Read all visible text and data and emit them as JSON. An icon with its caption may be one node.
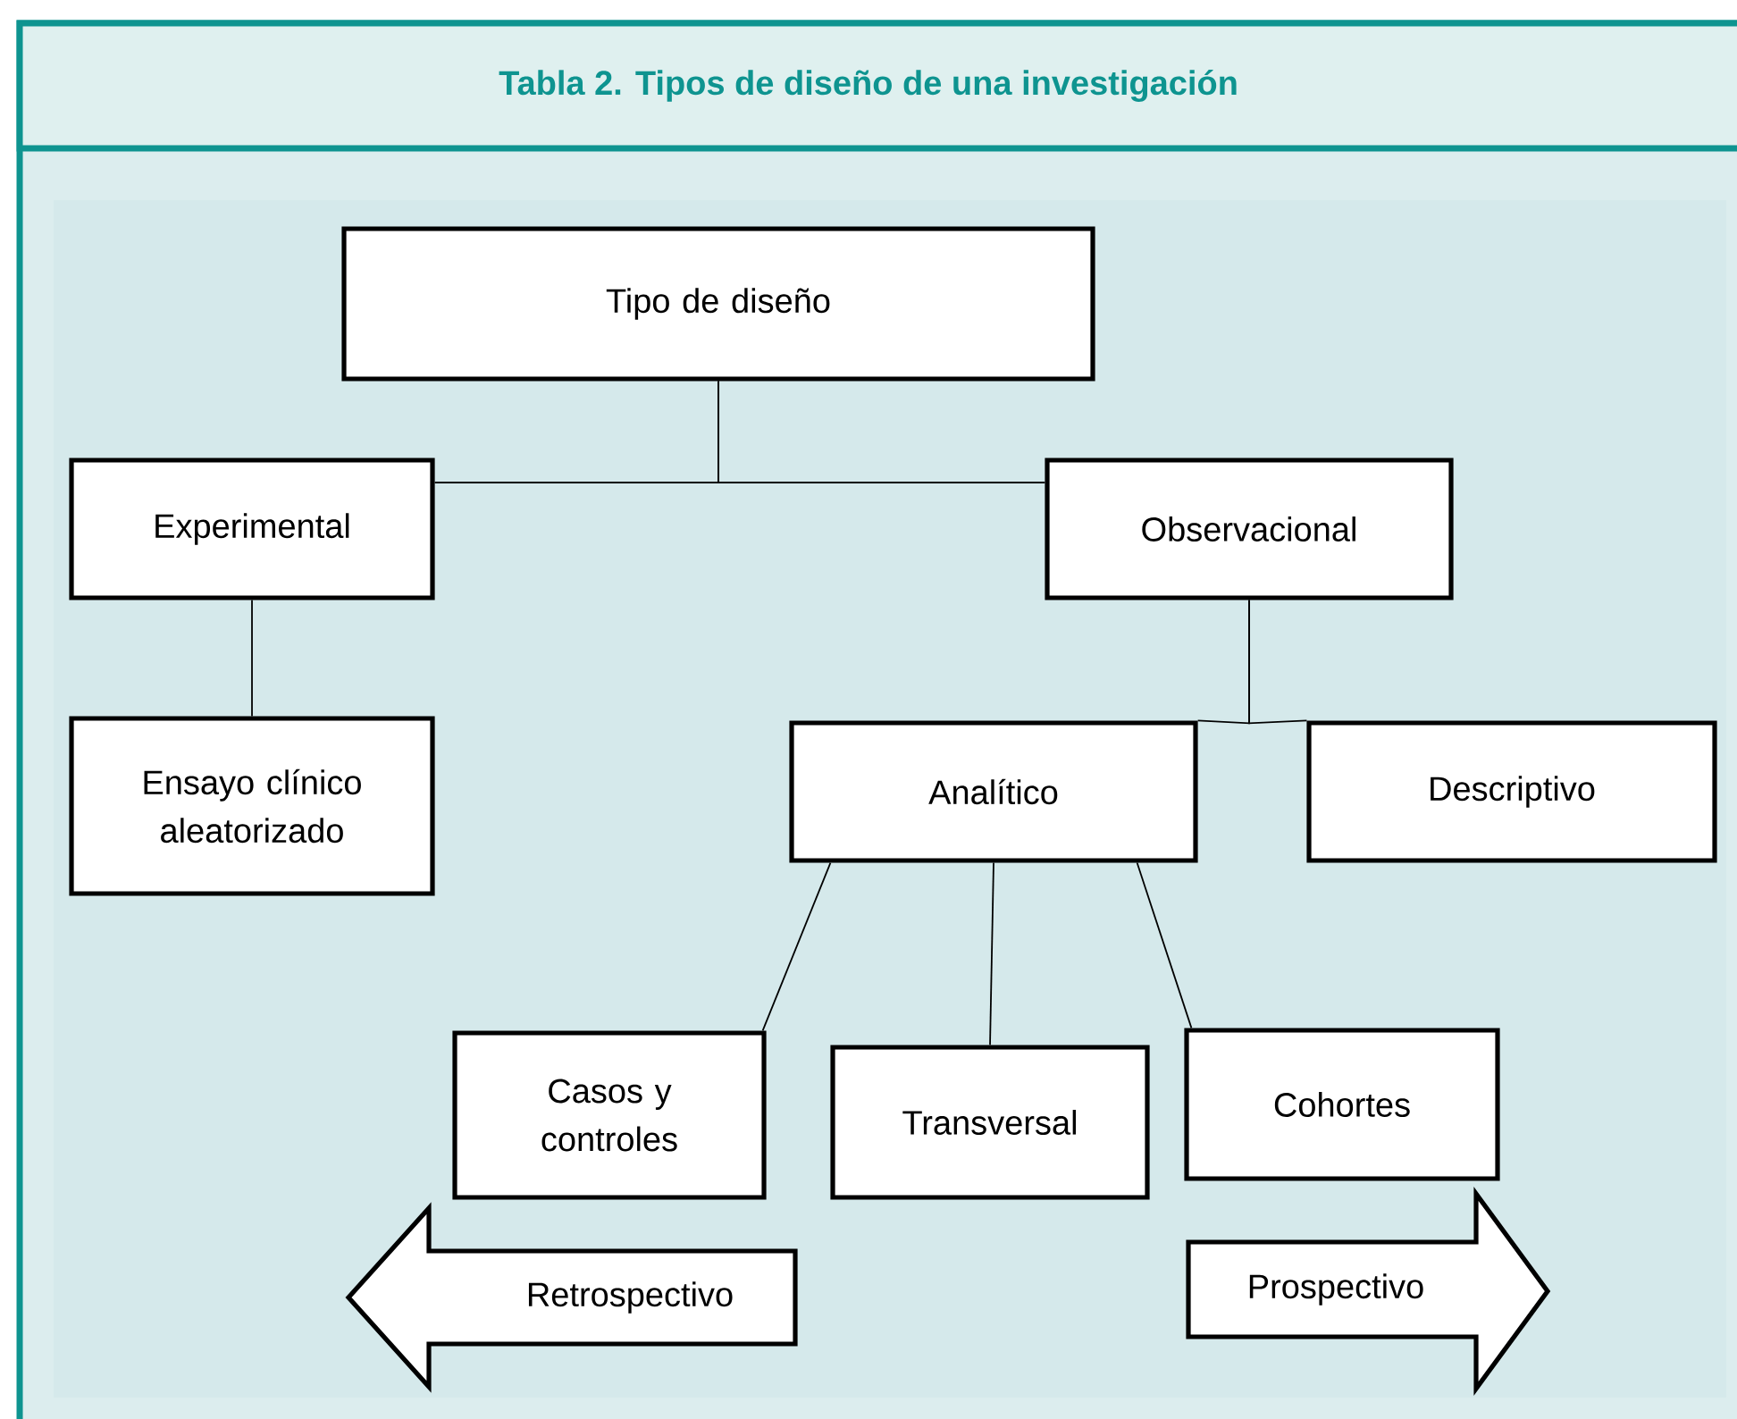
{
  "diagram": {
    "title": "Tabla 2. Tipos de diseño de una investigación",
    "nodes": [
      {
        "text": [
          "Tipo de diseño"
        ]
      },
      {
        "text": [
          "Experimental"
        ]
      },
      {
        "text": [
          "Observacional"
        ]
      },
      {
        "text": [
          "Ensayo clínico aleatorizado"
        ]
      },
      {
        "text": [
          "Analítico"
        ]
      },
      {
        "text": [
          "Descriptivo"
        ]
      },
      {
        "text": [
          "Casos y controles"
        ]
      },
      {
        "text": [
          "Transversal"
        ]
      },
      {
        "text": [
          "Cohortes"
        ]
      },
      {
        "text": [
          "Retrospectivo"
        ]
      },
      {
        "text": [
          "Prospectivo"
        ]
      }
    ],
    "edges": [
      {
        "from": 0,
        "to": 1,
        "arrow": "none"
      },
      {
        "from": 0,
        "to": 2,
        "arrow": "none"
      },
      {
        "from": 1,
        "to": 3,
        "arrow": "none"
      },
      {
        "from": 2,
        "to": 4,
        "arrow": "none"
      },
      {
        "from": 2,
        "to": 5,
        "arrow": "none"
      },
      {
        "from": 4,
        "to": 6,
        "arrow": "none"
      },
      {
        "from": 4,
        "to": 7,
        "arrow": "none"
      },
      {
        "from": 4,
        "to": 8,
        "arrow": "none"
      }
    ]
  }
}
